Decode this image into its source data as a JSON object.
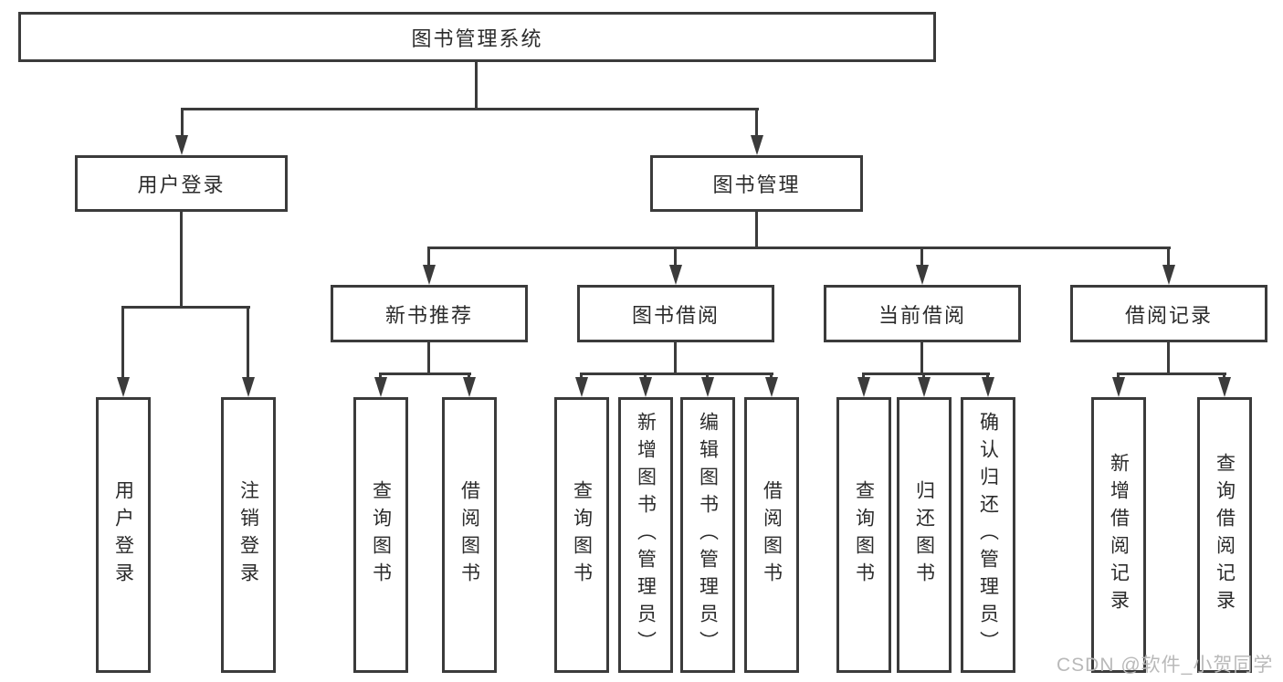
{
  "diagram": {
    "title": "图书管理系统",
    "root": {
      "label": "图书管理系统"
    },
    "branches": [
      {
        "label": "用户登录",
        "children": [
          "用户登录",
          "注销登录"
        ]
      },
      {
        "label": "图书管理"
      }
    ],
    "modules": [
      {
        "label": "新书推荐",
        "children": [
          "查询图书",
          "借阅图书"
        ]
      },
      {
        "label": "图书借阅",
        "children": [
          "查询图书",
          "新增图书（管理员）",
          "编辑图书（管理员）",
          "借阅图书"
        ]
      },
      {
        "label": "当前借阅",
        "children": [
          "查询图书",
          "归还图书",
          "确认归还（管理员）"
        ]
      },
      {
        "label": "借阅记录",
        "children": [
          "新增借阅记录",
          "查询借阅记录"
        ]
      }
    ]
  },
  "watermark": {
    "text": "CSDN @软件_小贺同学"
  },
  "colors": {
    "line": "#3b3b3b",
    "text": "#2b2b2b",
    "background": "#ffffff",
    "watermark": "#b9b9b9"
  }
}
